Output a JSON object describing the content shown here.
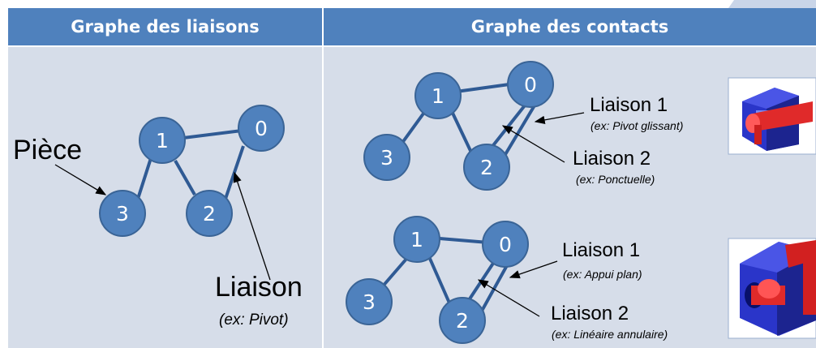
{
  "headers": {
    "left": "Graphe des liaisons",
    "right": "Graphe des contacts"
  },
  "nodes": {
    "n0": "0",
    "n1": "1",
    "n2": "2",
    "n3": "3"
  },
  "left_graph": {
    "piece_label": "Pièce",
    "liaison_label": "Liaison",
    "liaison_example": "(ex: Pivot)"
  },
  "top_graph": {
    "liaison1": "Liaison 1",
    "liaison1_example": "(ex: Pivot glissant)",
    "liaison2": "Liaison 2",
    "liaison2_example": "(ex: Ponctuelle)"
  },
  "bottom_graph": {
    "liaison1": "Liaison 1",
    "liaison1_example": "(ex: Appui plan)",
    "liaison2": "Liaison 2",
    "liaison2_example": "(ex: Linéaire annulaire)"
  },
  "colors": {
    "header": "#4f81bd",
    "panel": "#d6dde9",
    "node": "#4f81bd",
    "node_stroke": "#3a6496",
    "edge": "#2f5a94"
  }
}
